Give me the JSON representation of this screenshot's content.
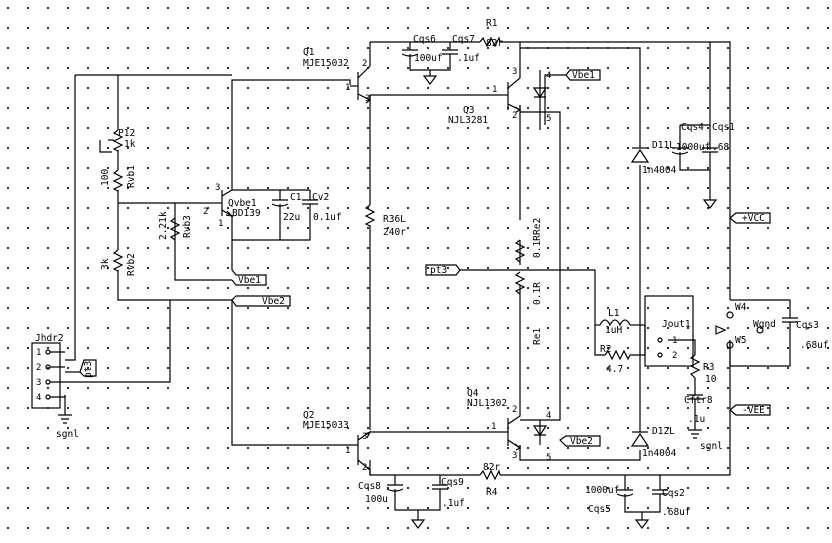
{
  "labels": {
    "q1_ref": "Q1",
    "q1_part": "MJE15032",
    "q2_ref": "Q2",
    "q2_part": "MJE15033",
    "q3_ref": "Q3",
    "q3_part": "NJL3281",
    "q4_ref": "Q4",
    "q4_part": "NJL1302",
    "qvbe_ref": "Qvbe1",
    "qvbe_part": "BD139",
    "r1_ref": "R1",
    "r1_val": "82r",
    "r4_ref": "R4",
    "r4_val": "82r",
    "r36_ref": "R36L",
    "r36_val": "240r",
    "re1_ref": "Re1",
    "re1_val": "0.1R",
    "re2_ref": "Re2",
    "re2_val": "0.1R",
    "p12_ref": "P12",
    "p12_val": "1k",
    "rvb1_ref": "Rvb1",
    "rvb1_val": "100",
    "rvb2_ref": "Rvb2",
    "rvb2_val": "3k",
    "rvb3_ref": "Rvb3",
    "rvb3_val": "2.21k",
    "c1_ref": "C1",
    "c1_val": "22u",
    "cv2_ref": "Cv2",
    "cv2_val": "0.1uf",
    "cqs6_ref": "Cqs6",
    "cqs6_val": "100uf",
    "cqs7_ref": "Cqs7",
    "cqs7_val": ".1uf",
    "cqs8_ref": "Cqs8",
    "cqs8_val": "100u",
    "cqs9_ref": "Cqs9",
    "cqs9_val": ".1uf",
    "cqs4_ref": "Cqs4",
    "cqs4_val": "1000uf",
    "cqs1_ref": "Cqs1",
    "cqs1_val": ".68",
    "cqs2_ref": "Cqs2",
    "cqs2_val": ".68uf",
    "cqs5_ref": "Cqs5",
    "cqs5_val": "1000uf",
    "cqs3_ref": "Cqs3",
    "cqs3_val": ".68uf",
    "d11_ref": "D11L",
    "d11_val": "1n4004",
    "d12_ref": "D12L",
    "d12_val": "1n4004",
    "l1_ref": "L1",
    "l1_val": "1uH",
    "r2_ref": "R2",
    "r2_val": "4.7",
    "r3_ref": "R3",
    "r3_val": "10",
    "cftr_ref": "Cftr8",
    "cftr_val": ".1u",
    "jout_ref": "Jout1",
    "jout_p1": "1",
    "jout_p2": "2",
    "jhdr_ref": "Jhdr2",
    "jhdr_p1": "1",
    "jhdr_p2": "2",
    "jhdr_p3": "3",
    "jhdr_p4": "4",
    "w4_ref": "W4",
    "w5_ref": "W5",
    "wgnd_ref": "Wgnd",
    "sgnl1": "sgnl",
    "sgnl2": "sgnl"
  },
  "nets": {
    "vbe1_a": "Vbe1",
    "vbe1_b": "Vbe1",
    "vbe2_a": "Vbe2",
    "vbe2_b": "Vbe2",
    "pt3_a": "pt3",
    "pt3_b": "pt3",
    "vcc": "+VCC",
    "vee": "-VEE"
  },
  "pins": {
    "q1_2": "2",
    "q1_1": "1",
    "q1_3": "3",
    "q2_1": "1",
    "q2_2": "2",
    "q2_3": "3",
    "q3_3": "3",
    "q3_1": "1",
    "q3_2": "2",
    "q4_1": "1",
    "q4_2": "2",
    "q4_3": "3",
    "qv_3": "3",
    "qv_2": "2",
    "qv_1": "1",
    "d_4a": "4",
    "d_5a": "5",
    "d_4b": "4",
    "d_5b": "5"
  }
}
